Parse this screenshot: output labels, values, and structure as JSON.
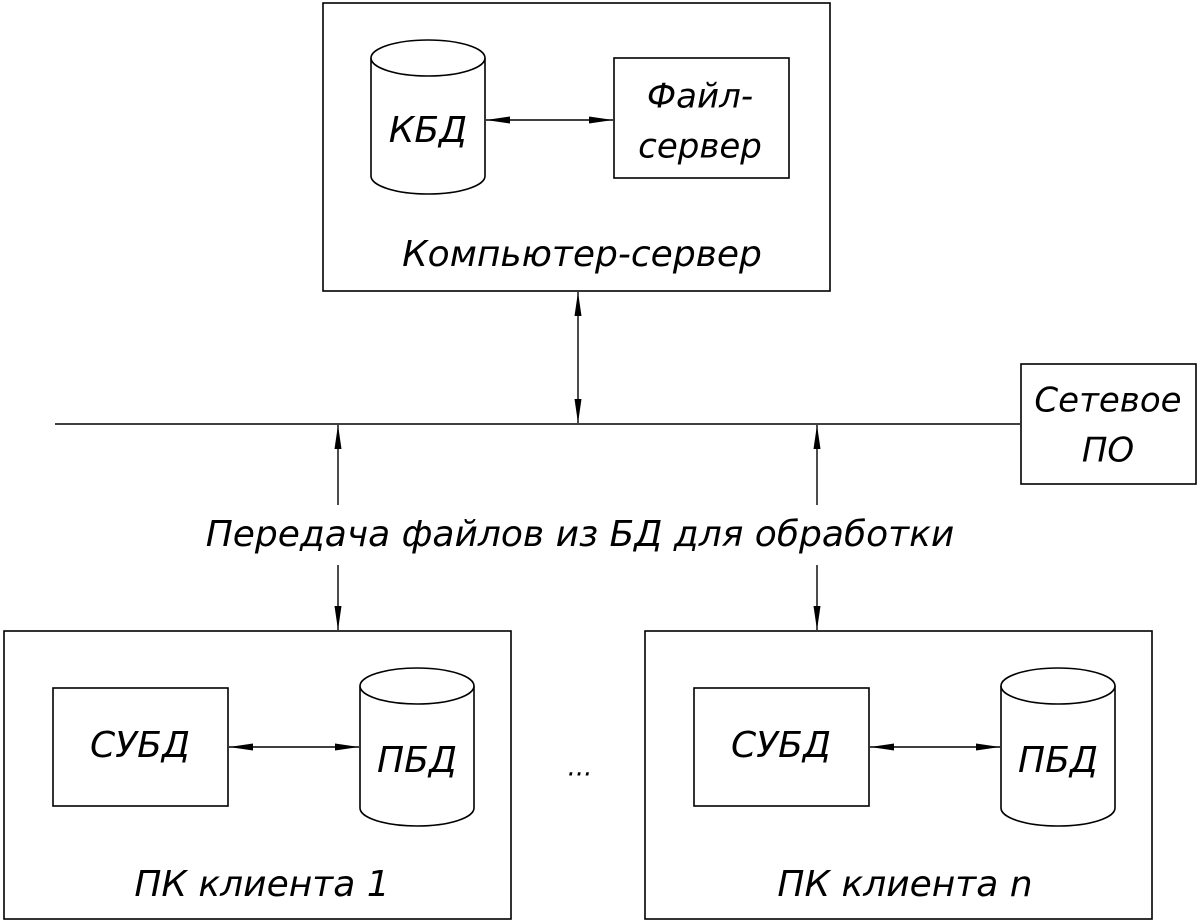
{
  "server": {
    "label": "Компьютер-сервер",
    "db": "КБД",
    "file_server": [
      "Файл-",
      "сервер"
    ]
  },
  "network_software": [
    "Сетевое",
    "ПО"
  ],
  "transfer_label": "Передача файлов из БД для обработки",
  "clients": [
    {
      "label": "ПК клиента 1",
      "dbms": "СУБД",
      "db": "ПБД"
    },
    {
      "label": "ПК клиента n",
      "dbms": "СУБД",
      "db": "ПБД"
    }
  ],
  "ellipsis": "..."
}
